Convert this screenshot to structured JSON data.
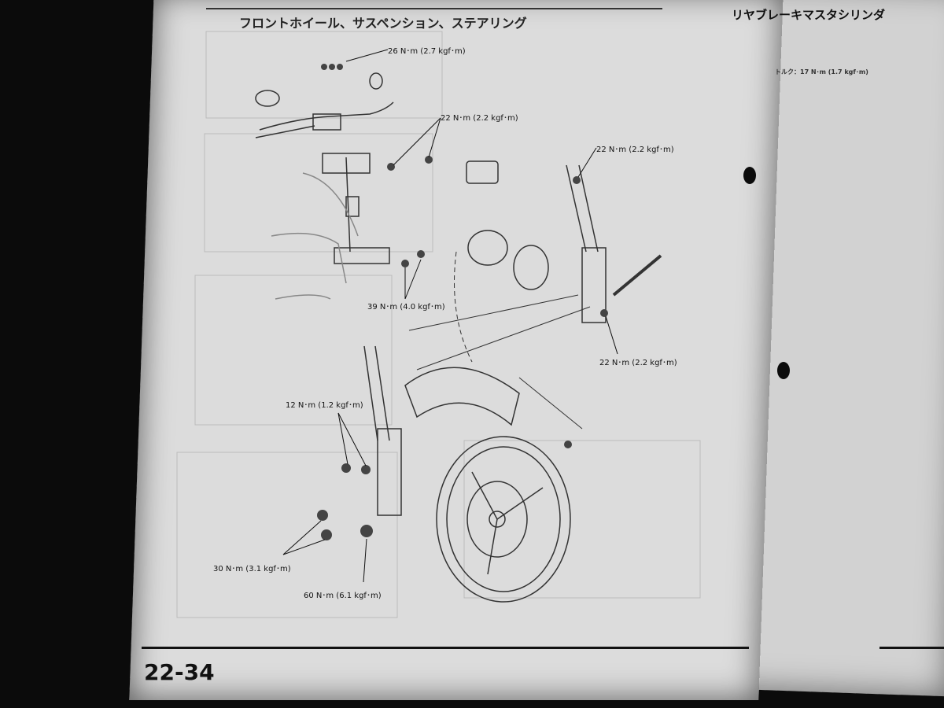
{
  "page": {
    "title": "フロントホイール、サスペンション、ステアリング",
    "page_number": "22-34"
  },
  "right_page": {
    "title": "リヤブレーキマスタシリンダ",
    "torque_note": "トルク：17 N･m (1.7 kgf･m)"
  },
  "torques": [
    {
      "label": "26 N･m (2.7 kgf･m)"
    },
    {
      "label": "22 N･m (2.2 kgf･m)"
    },
    {
      "label": "22 N･m (2.2 kgf･m)"
    },
    {
      "label": "39 N･m (4.0 kgf･m)"
    },
    {
      "label": "22 N･m (2.2 kgf･m)"
    },
    {
      "label": "12 N･m (1.2 kgf･m)"
    },
    {
      "label": "30 N･m (3.1 kgf･m)"
    },
    {
      "label": "60 N･m (6.1 kgf･m)"
    }
  ]
}
